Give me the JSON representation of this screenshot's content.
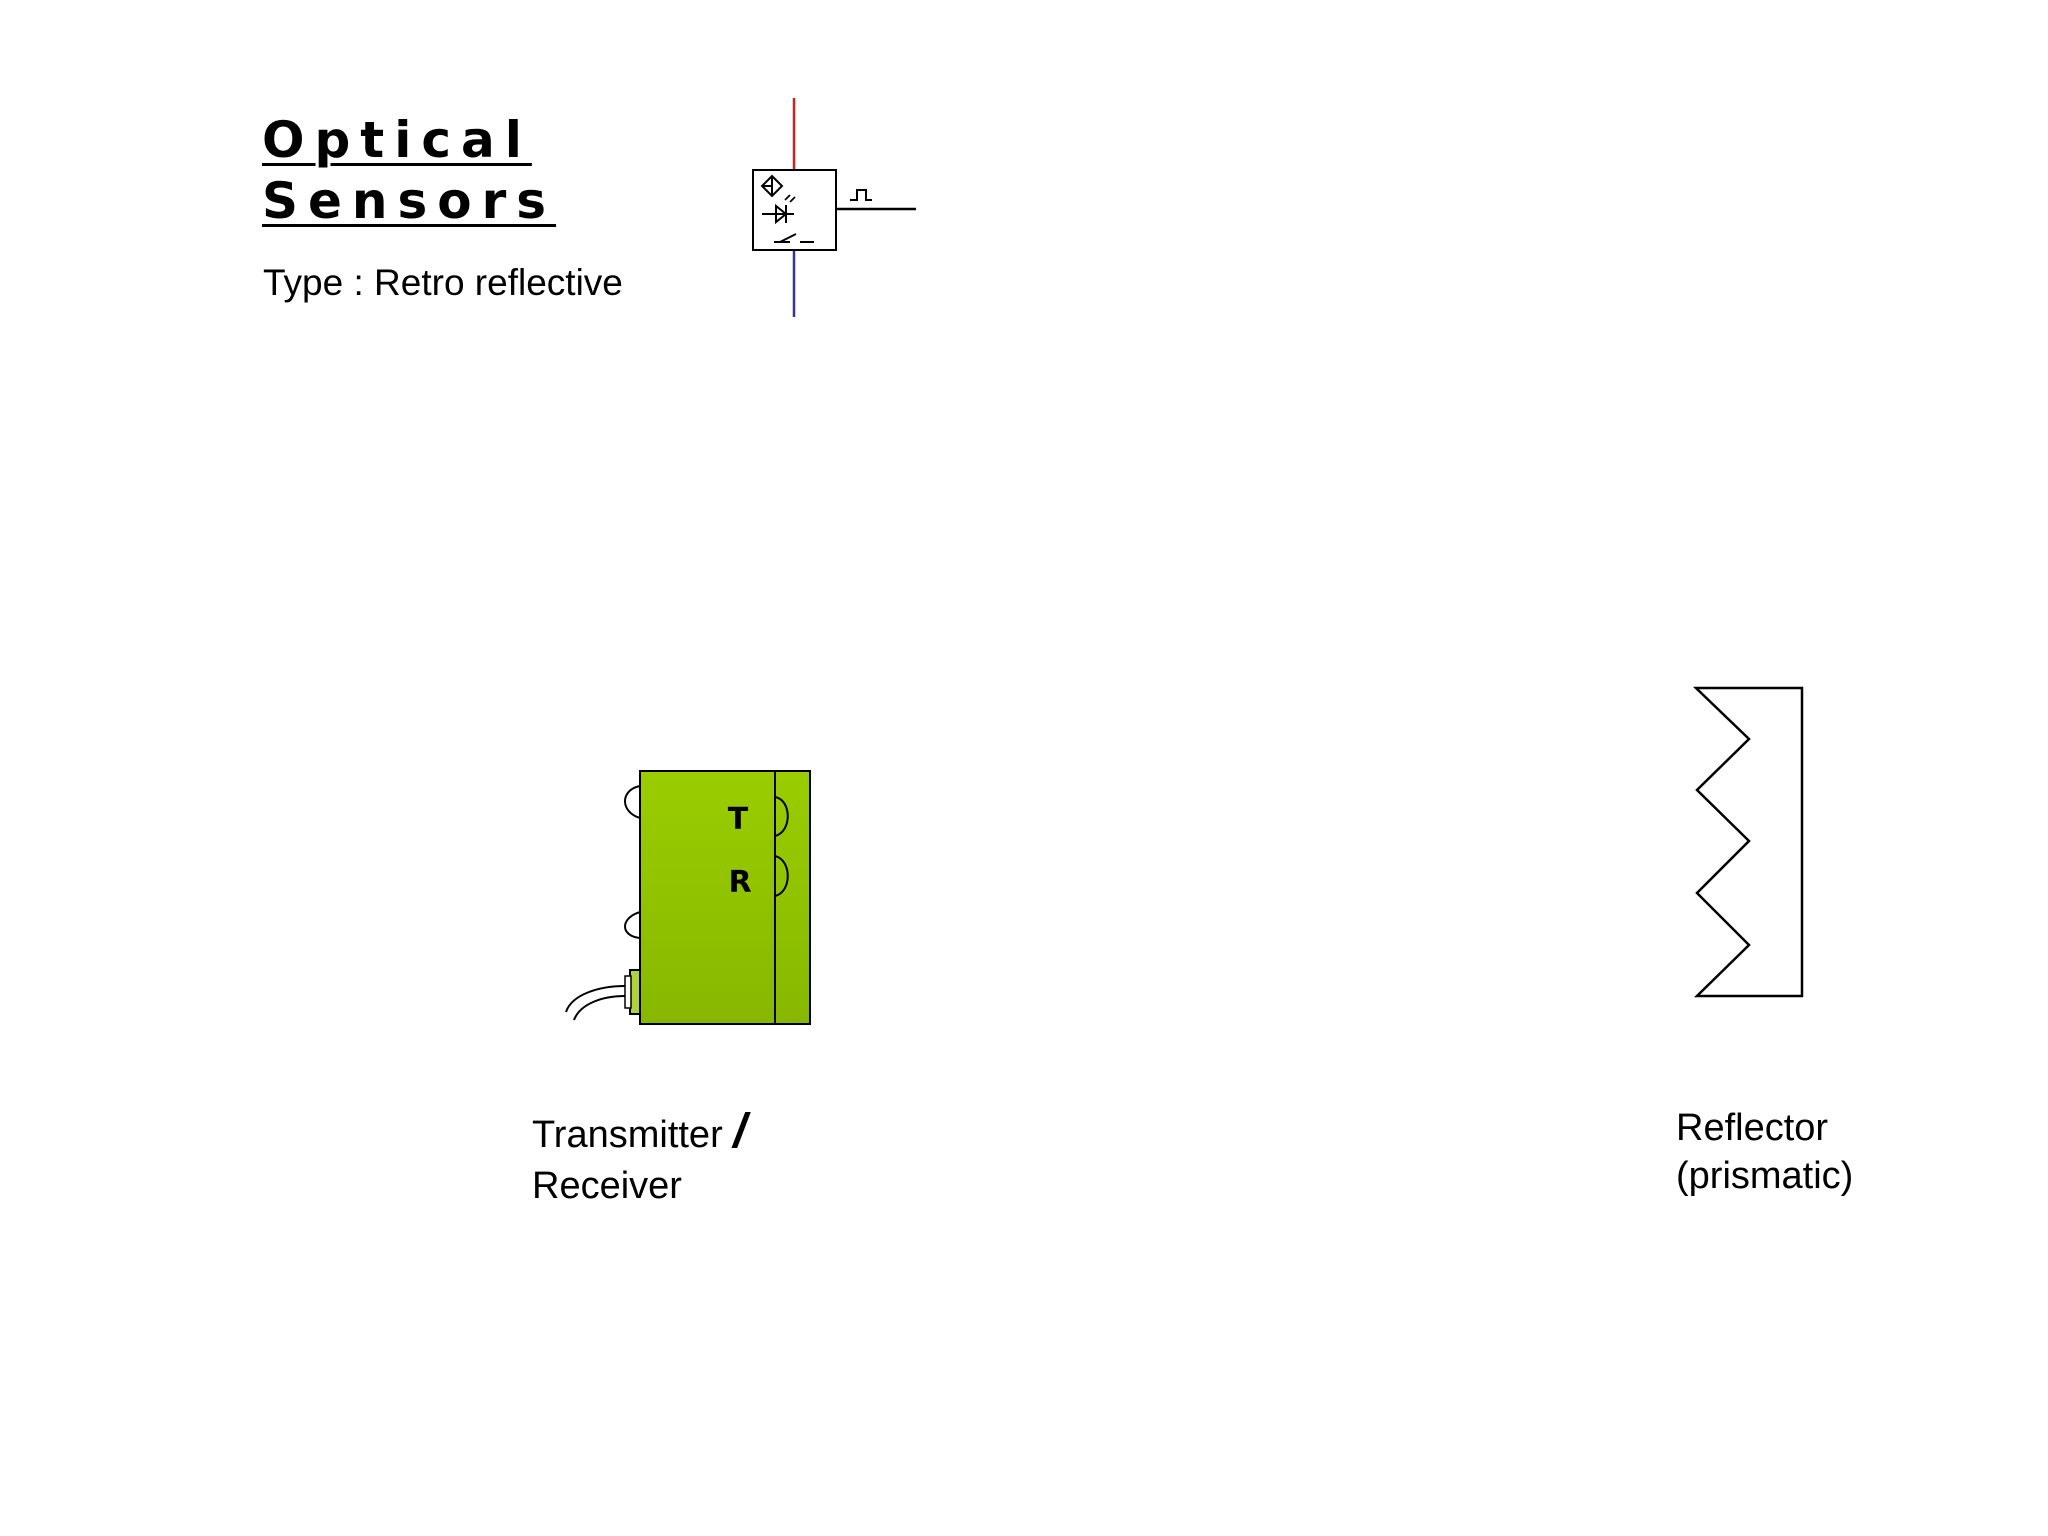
{
  "title": {
    "line1": "Optical",
    "line2": "Sensors"
  },
  "subtitle": "Type : Retro reflective",
  "device": {
    "transmitter_label": "T",
    "receiver_label": "R",
    "caption_line1": "Transmitter",
    "caption_separator": "/",
    "caption_line2": "Receiver",
    "body_color": "#8fc400"
  },
  "reflector": {
    "caption_line1": "Reflector",
    "caption_line2": "(prismatic)"
  },
  "symbol": {
    "supply_color": "#cc2222",
    "ground_color": "#33339a"
  }
}
